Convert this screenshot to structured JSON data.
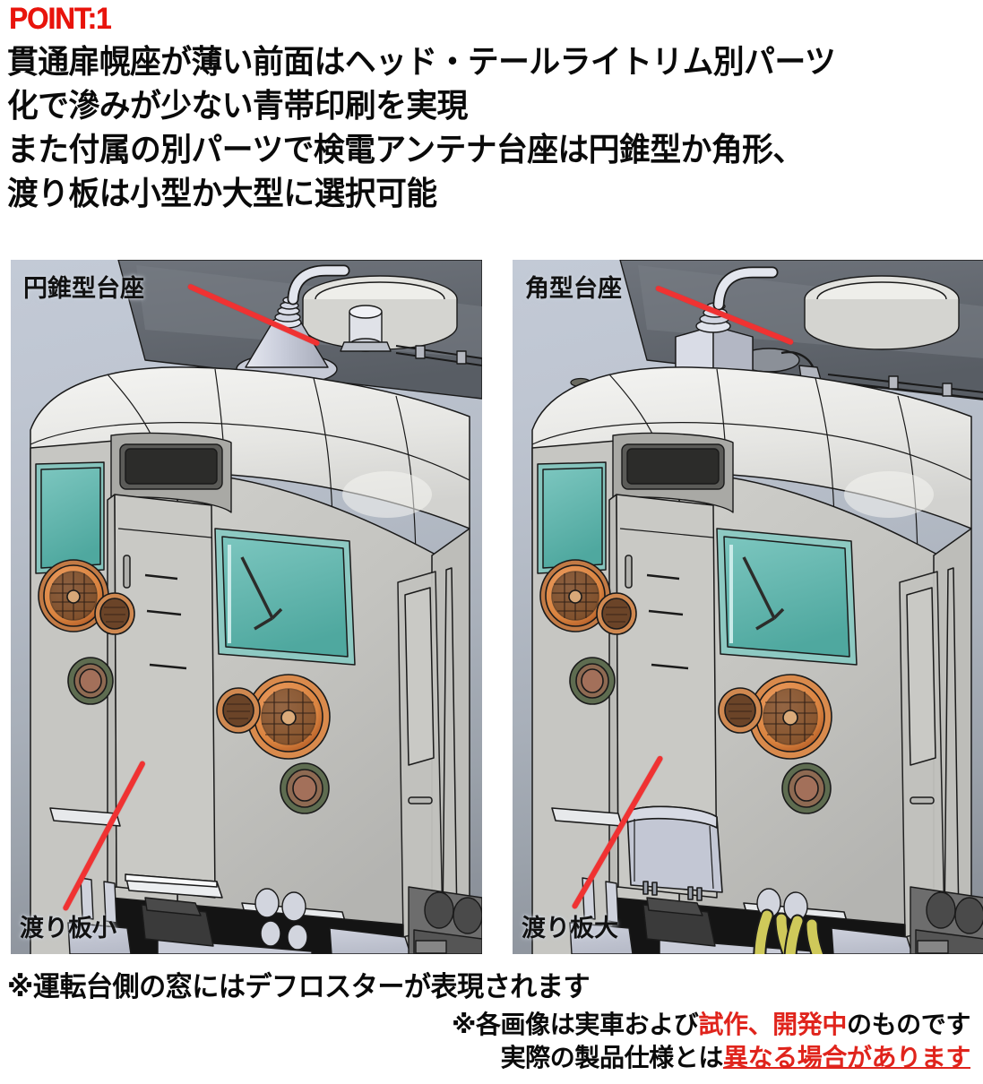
{
  "header": {
    "point_label": "POINT:1",
    "lines": [
      "貫通扉幌座が薄い前面はヘッド・テールライトリム別パーツ",
      "化で滲みが少ない青帯印刷を実現",
      "また付属の別パーツで検電アンテナ台座は円錐型か角形、",
      "渡り板は小型か大型に選択可能"
    ]
  },
  "panels": {
    "left": {
      "top_label": "円錐型台座",
      "bottom_label": "渡り板小"
    },
    "right": {
      "top_label": "角型台座",
      "bottom_label": "渡り板大"
    }
  },
  "footer": {
    "note": "※運転台側の窓にはデフロスターが表現されます",
    "disclaimer_line1_a": "※各画像は実車および",
    "disclaimer_line1_red": "試作、開発中",
    "disclaimer_line1_b": "のものです",
    "disclaimer_line2_a": "実際の製品仕様とは",
    "disclaimer_line2_red": "異なる場合があります"
  },
  "colors": {
    "accent_red": "#e8140c",
    "text_black": "#0a0a0a",
    "leader_red": "#f03232",
    "panel_bg_top": "#c3cad6",
    "panel_bg_bottom": "#858b94",
    "body_grey": "#c8c8c4",
    "window_teal": "#63b6ae",
    "headlight_orange": "#e08a4a",
    "taillight_green": "#5d6e50",
    "antenna_white": "#d7dae4",
    "hose_yellow": "#cfc95a"
  }
}
